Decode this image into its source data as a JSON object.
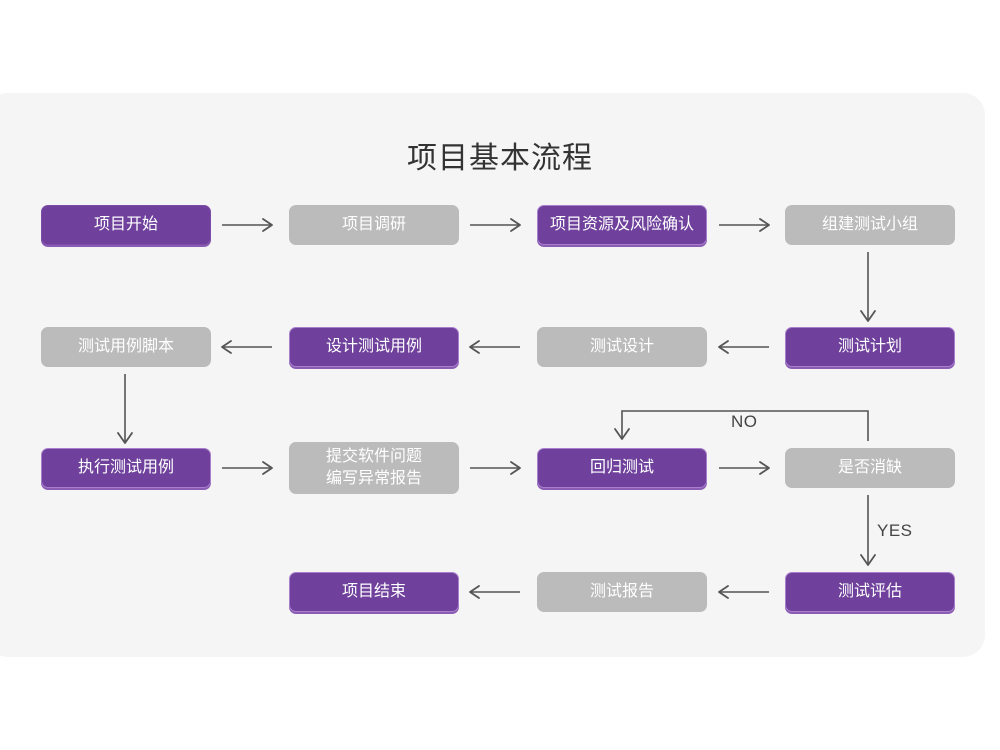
{
  "page": {
    "background": "#ffffff",
    "card_background": "#f5f5f5"
  },
  "title": "项目基本流程",
  "palette": {
    "purple": "#6f419c",
    "purple_edge": "#a97fcd",
    "gray": "#bbbbbb",
    "node_text": "#ffffff",
    "title_text": "#333333",
    "connector": "#555555"
  },
  "nodes": [
    {
      "id": "n1",
      "label": "项目开始",
      "style": "purple",
      "row": 1
    },
    {
      "id": "n2",
      "label": "项目调研",
      "style": "gray",
      "row": 1
    },
    {
      "id": "n3",
      "label": "项目资源及风险确认",
      "style": "purple-outline",
      "row": 1
    },
    {
      "id": "n4",
      "label": "组建测试小组",
      "style": "gray",
      "row": 1
    },
    {
      "id": "n5",
      "label": "测试用例脚本",
      "style": "gray",
      "row": 2
    },
    {
      "id": "n6",
      "label": "设计测试用例",
      "style": "purple-outline",
      "row": 2
    },
    {
      "id": "n7",
      "label": "测试设计",
      "style": "gray",
      "row": 2
    },
    {
      "id": "n8",
      "label": "测试计划",
      "style": "purple-outline",
      "row": 2
    },
    {
      "id": "n9",
      "label": "执行测试用例",
      "style": "purple-outline",
      "row": 3
    },
    {
      "id": "n10",
      "label": "提交软件问题\n编写异常报告",
      "style": "gray",
      "row": 3
    },
    {
      "id": "n11",
      "label": "回归测试",
      "style": "purple-outline",
      "row": 3
    },
    {
      "id": "n12",
      "label": "是否消缺",
      "style": "gray",
      "row": 3
    },
    {
      "id": "n13",
      "label": "项目结束",
      "style": "purple-outline",
      "row": 4
    },
    {
      "id": "n14",
      "label": "测试报告",
      "style": "gray",
      "row": 4
    },
    {
      "id": "n15",
      "label": "测试评估",
      "style": "purple-outline",
      "row": 4
    }
  ],
  "edge_labels": {
    "no": "NO",
    "yes": "YES"
  }
}
